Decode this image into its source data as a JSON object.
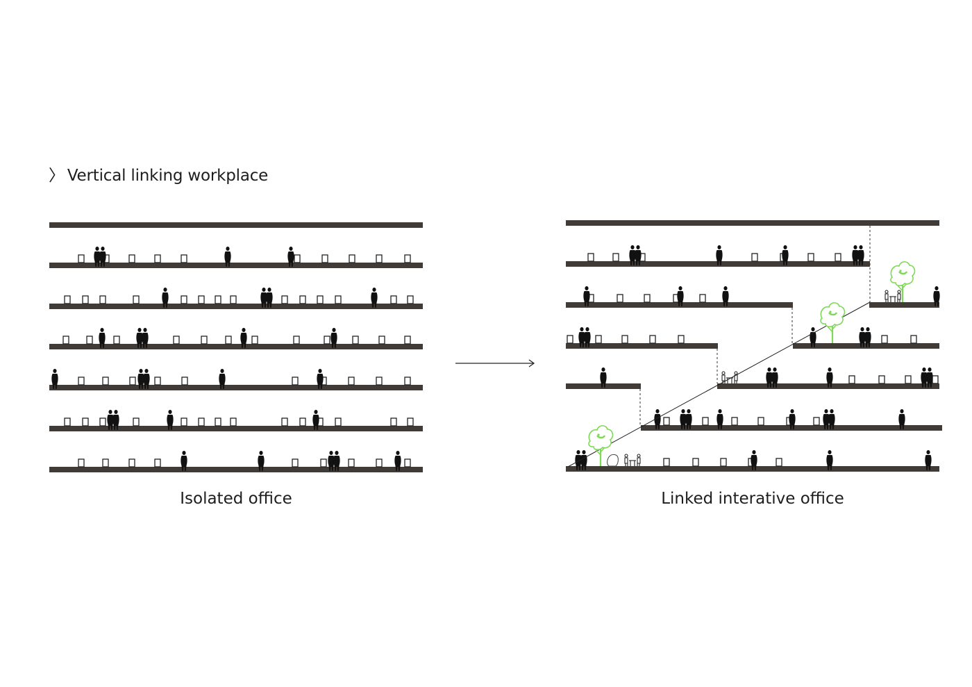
{
  "heading": {
    "chevron": "〉",
    "text": "Vertical linking workplace"
  },
  "captions": {
    "left": "Isolated office",
    "right": "Linked interative office"
  },
  "arrow_icon": "right-arrow-icon",
  "colors": {
    "slab": "#413b38",
    "figure": "#111111",
    "tree": "#7ed957",
    "line": "#222222"
  }
}
